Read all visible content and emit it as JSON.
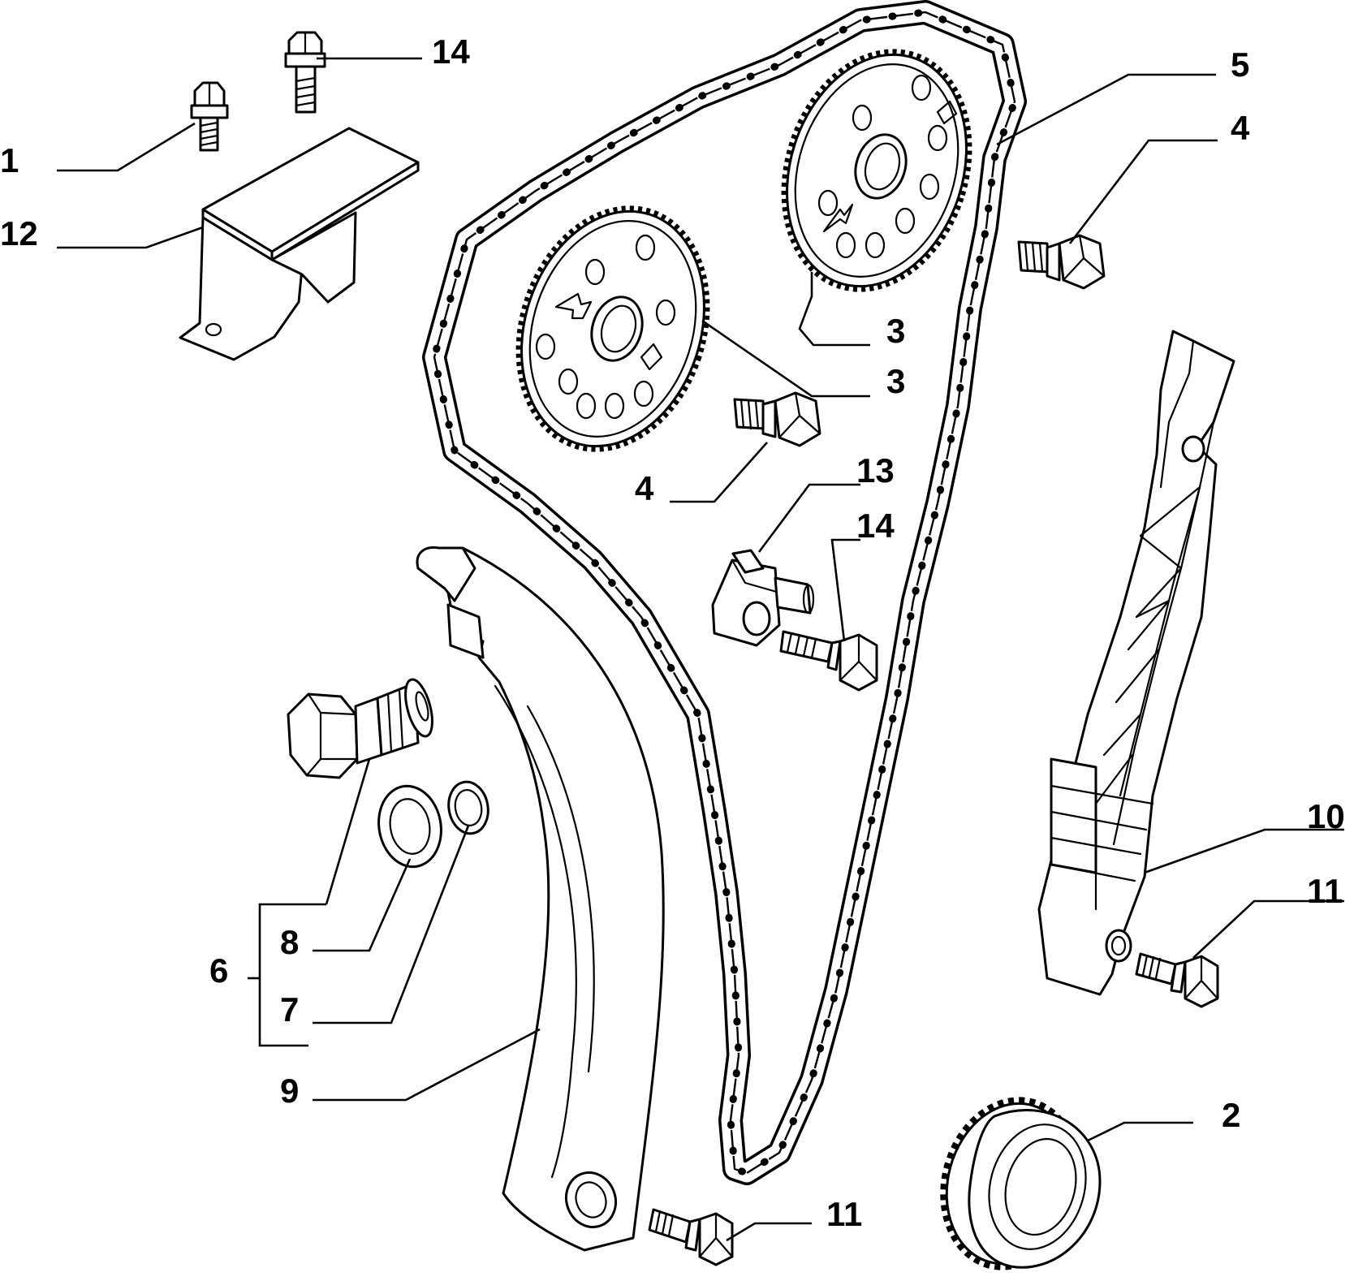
{
  "diagram": {
    "callouts": {
      "c1": "1",
      "c12": "12",
      "c14_top": "14",
      "c5": "5",
      "c4_right": "4",
      "c3_upper": "3",
      "c3_lower": "3",
      "c4_center": "4",
      "c13": "13",
      "c14_mid": "14",
      "c10": "10",
      "c11_right": "11",
      "c6": "6",
      "c8": "8",
      "c7": "7",
      "c9": "9",
      "c2": "2",
      "c11_bottom": "11"
    },
    "parts": [
      "bolt",
      "bolt",
      "bolt",
      "chain_guide_bracket",
      "camshaft_sprocket",
      "camshaft_sprocket",
      "timing_chain",
      "tensioner_bolt",
      "sealing_washer",
      "sealing_washer",
      "tensioner_shoe",
      "fixed_guide",
      "guide_bolt",
      "guide_bolt",
      "crankshaft_sprocket",
      "pin",
      "bolt",
      "bolt"
    ],
    "colors": {
      "line": "#000000",
      "background": "#ffffff"
    }
  }
}
